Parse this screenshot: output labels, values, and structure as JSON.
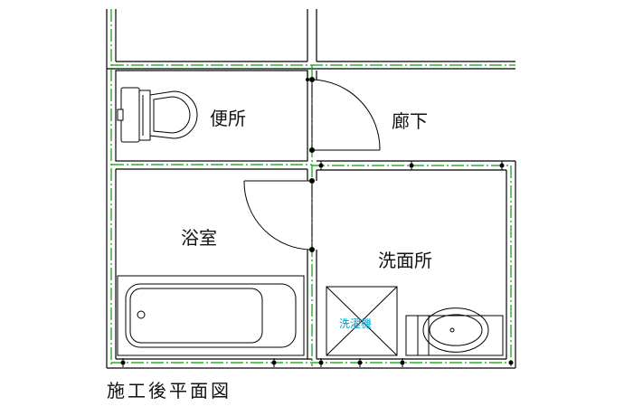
{
  "rooms": {
    "toilet": "便所",
    "corridor": "廊下",
    "bathroom": "浴室",
    "washroom": "洗面所"
  },
  "fixtures": {
    "washing_machine": "洗濯機"
  },
  "caption": "施工後平面図",
  "colors": {
    "wall_line": "#000000",
    "center_line": "#00a000",
    "washing_machine_label": "#00a0c8"
  }
}
